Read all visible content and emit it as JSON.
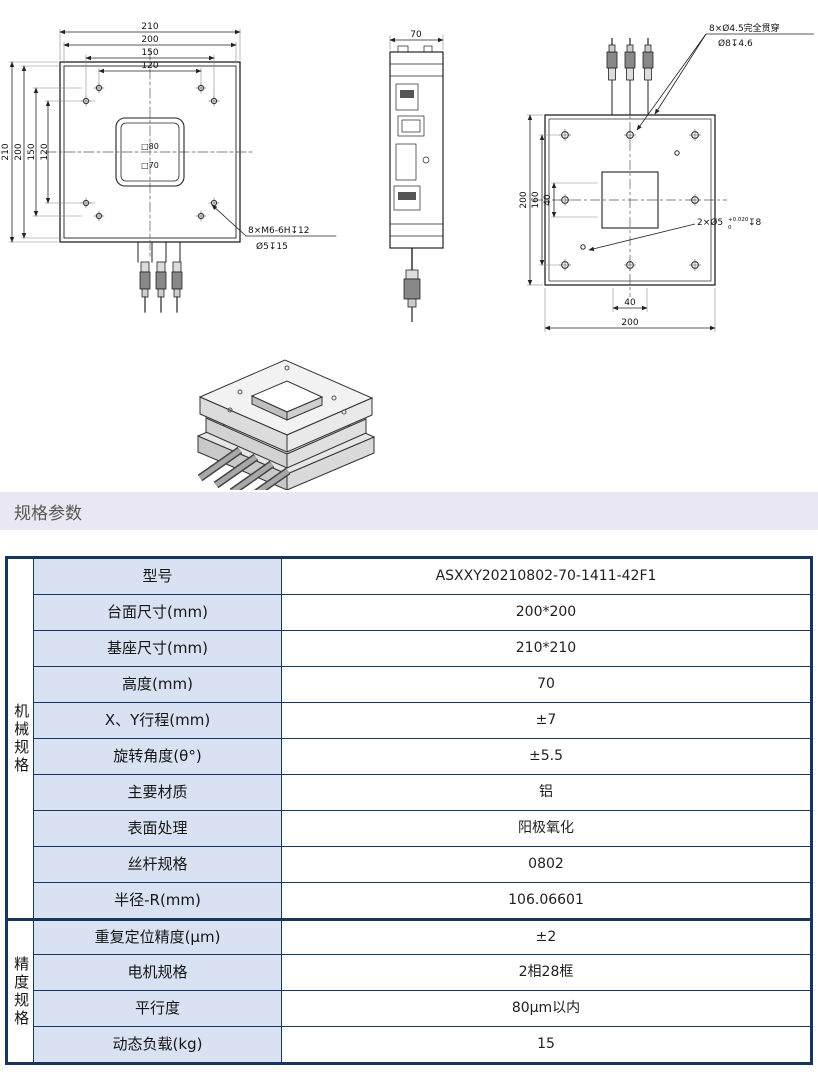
{
  "section": {
    "title": "规格参数"
  },
  "drawings": {
    "top_view": {
      "dim_210_h": "210",
      "dim_200_h": "200",
      "dim_150_h": "150",
      "dim_120_h": "120",
      "dim_210_v": "210",
      "dim_200_v": "200",
      "dim_150_v": "150",
      "dim_120_v": "120",
      "label_sq80": "□80",
      "label_sq70": "□70",
      "note_line1": "8×M6-6H↧12",
      "note_line2": "Ø5↧15"
    },
    "side_view": {
      "dim_width": "70"
    },
    "bottom_view": {
      "note_top_line1": "8×Ø4.5完全贯穿",
      "note_top_line2": "Ø8↧4.6",
      "dim_200_v": "200",
      "dim_160_v": "160",
      "dim_40_v": "40",
      "dim_40_h": "40",
      "dim_200_h": "200",
      "note_pin_base": "2×Ø5",
      "note_pin_sup": "+0.020",
      "note_pin_sub": "0",
      "note_pin_tail": "↧8"
    }
  },
  "spec_table": {
    "groups": [
      {
        "name": "机械规格",
        "rows": [
          {
            "label": "型号",
            "value": "ASXXY20210802-70-1411-42F1"
          },
          {
            "label": "台面尺寸(mm)",
            "value": "200*200"
          },
          {
            "label": "基座尺寸(mm)",
            "value": "210*210"
          },
          {
            "label": "高度(mm)",
            "value": "70"
          },
          {
            "label": "X、Y行程(mm)",
            "value": "±7"
          },
          {
            "label": "旋转角度(θ°)",
            "value": "±5.5"
          },
          {
            "label": "主要材质",
            "value": "铝"
          },
          {
            "label": "表面处理",
            "value": "阳极氧化"
          },
          {
            "label": "丝杆规格",
            "value": "0802"
          },
          {
            "label": "半径-R(mm)",
            "value": "106.06601"
          }
        ]
      },
      {
        "name": "精度规格",
        "rows": [
          {
            "label": "重复定位精度(μm)",
            "value": "±2"
          },
          {
            "label": "电机规格",
            "value": "2相28框"
          },
          {
            "label": "平行度",
            "value": "80μm以内"
          },
          {
            "label": "动态负载(kg)",
            "value": "15"
          }
        ]
      }
    ]
  }
}
